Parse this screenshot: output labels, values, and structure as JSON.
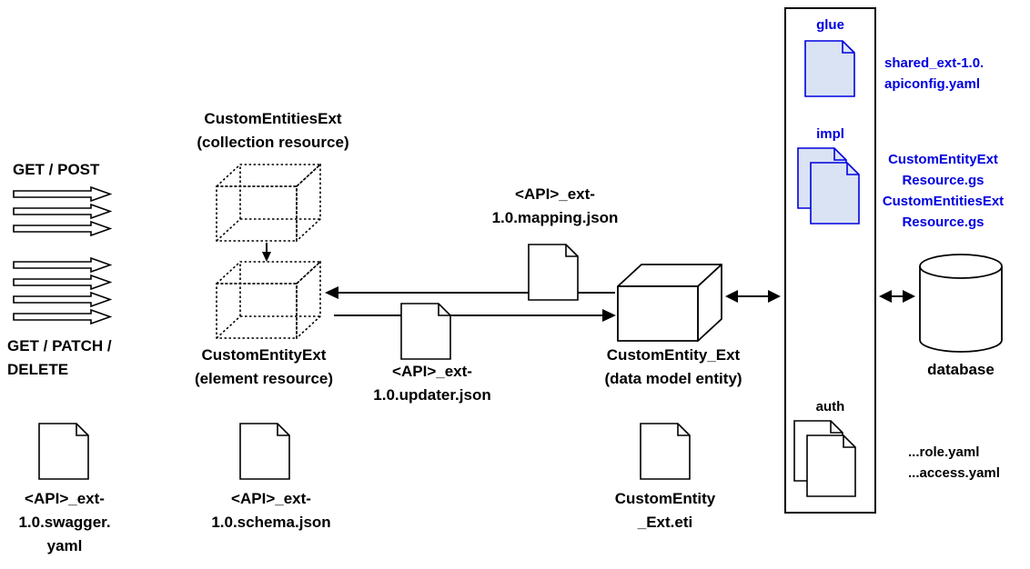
{
  "colors": {
    "accent_blue": "#0000e0",
    "doc_fill_blue": "#dae3f3",
    "line_black": "#000000",
    "background": "#ffffff"
  },
  "http": {
    "get_post": "GET / POST",
    "get_patch_delete": "GET / PATCH /\nDELETE"
  },
  "resources": {
    "collection": {
      "title": "CustomEntitiesExt",
      "subtitle": "(collection resource)"
    },
    "element": {
      "title": "CustomEntityExt",
      "subtitle": "(element resource)"
    },
    "entity": {
      "title": "CustomEntity_Ext",
      "subtitle": "(data model entity)"
    }
  },
  "files": {
    "mapping": "<API>_ext-\n1.0.mapping.json",
    "updater": "<API>_ext-\n1.0.updater.json",
    "swagger": "<API>_ext-\n1.0.swagger.\nyaml",
    "schema": "<API>_ext-\n1.0.schema.json",
    "eti": "CustomEntity\n_Ext.eti"
  },
  "module": {
    "glue": {
      "label": "glue",
      "files": "shared_ext-1.0.\napiconfig.yaml"
    },
    "impl": {
      "label": "impl",
      "files": "CustomEntityExt\nResource.gs\nCustomEntitiesExt\nResource.gs"
    },
    "auth": {
      "label": "auth",
      "files": "...role.yaml\n...access.yaml"
    }
  },
  "database": {
    "label": "database"
  },
  "icons": [
    "block-arrow-icon",
    "dotted-cube-icon",
    "solid-cube-icon",
    "document-icon",
    "stacked-documents-icon",
    "database-cylinder-icon",
    "down-arrow-icon",
    "left-arrow-icon",
    "right-arrow-icon",
    "double-arrow-icon"
  ]
}
